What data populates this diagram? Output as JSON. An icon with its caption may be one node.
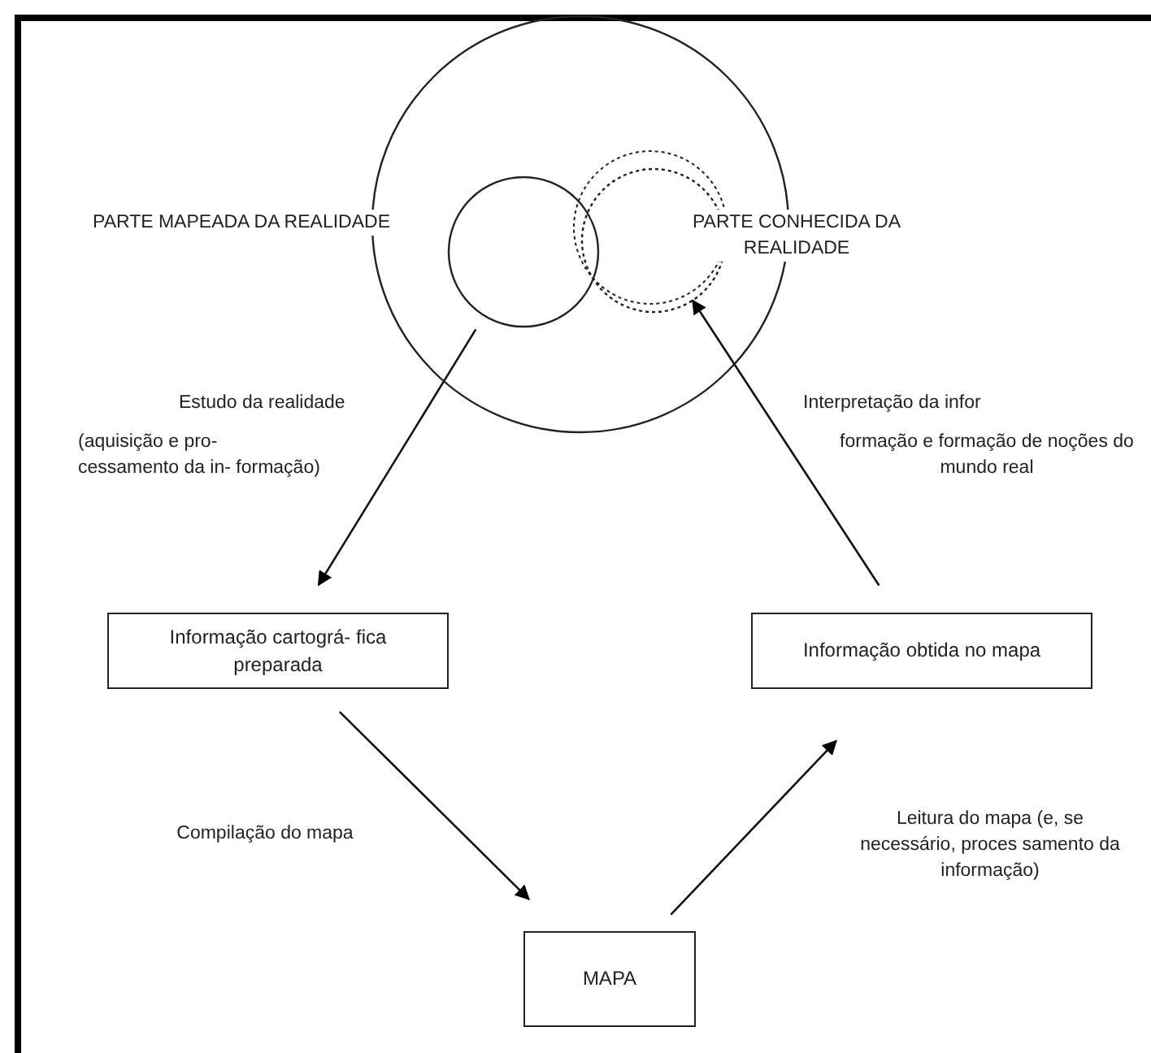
{
  "diagram": {
    "nodes": [
      {
        "text": [],
        "shape": "circle"
      },
      {
        "text": [],
        "shape": "circle",
        "in": 0
      },
      {
        "text": [],
        "shape": "circle",
        "in": 0
      },
      {
        "text": [
          "Informação cartográ- fica preparada"
        ]
      },
      {
        "text": [
          "Informação obtida no mapa"
        ]
      },
      {
        "text": [
          "MAPA"
        ]
      }
    ],
    "edges": [
      {
        "from": 1,
        "to": 3,
        "arrow": "to",
        "label": "Estudo da realidade"
      },
      {
        "from": 4,
        "to": 2,
        "arrow": "to",
        "label": "Interpretação da infor"
      },
      {
        "from": 3,
        "to": 5,
        "arrow": "to",
        "label": "Compilação do mapa"
      },
      {
        "from": 5,
        "to": 4,
        "arrow": "to",
        "label": "Leitura do mapa (e, se necessário, proces samento da informação)"
      }
    ],
    "labels": [
      "PARTE MAPEADA DA REALIDADE",
      "PARTE CONHECIDA DA REALIDADE",
      "(aquisição e pro- cessamento da in- formação)",
      "formação e formação de noções do mundo real"
    ]
  }
}
